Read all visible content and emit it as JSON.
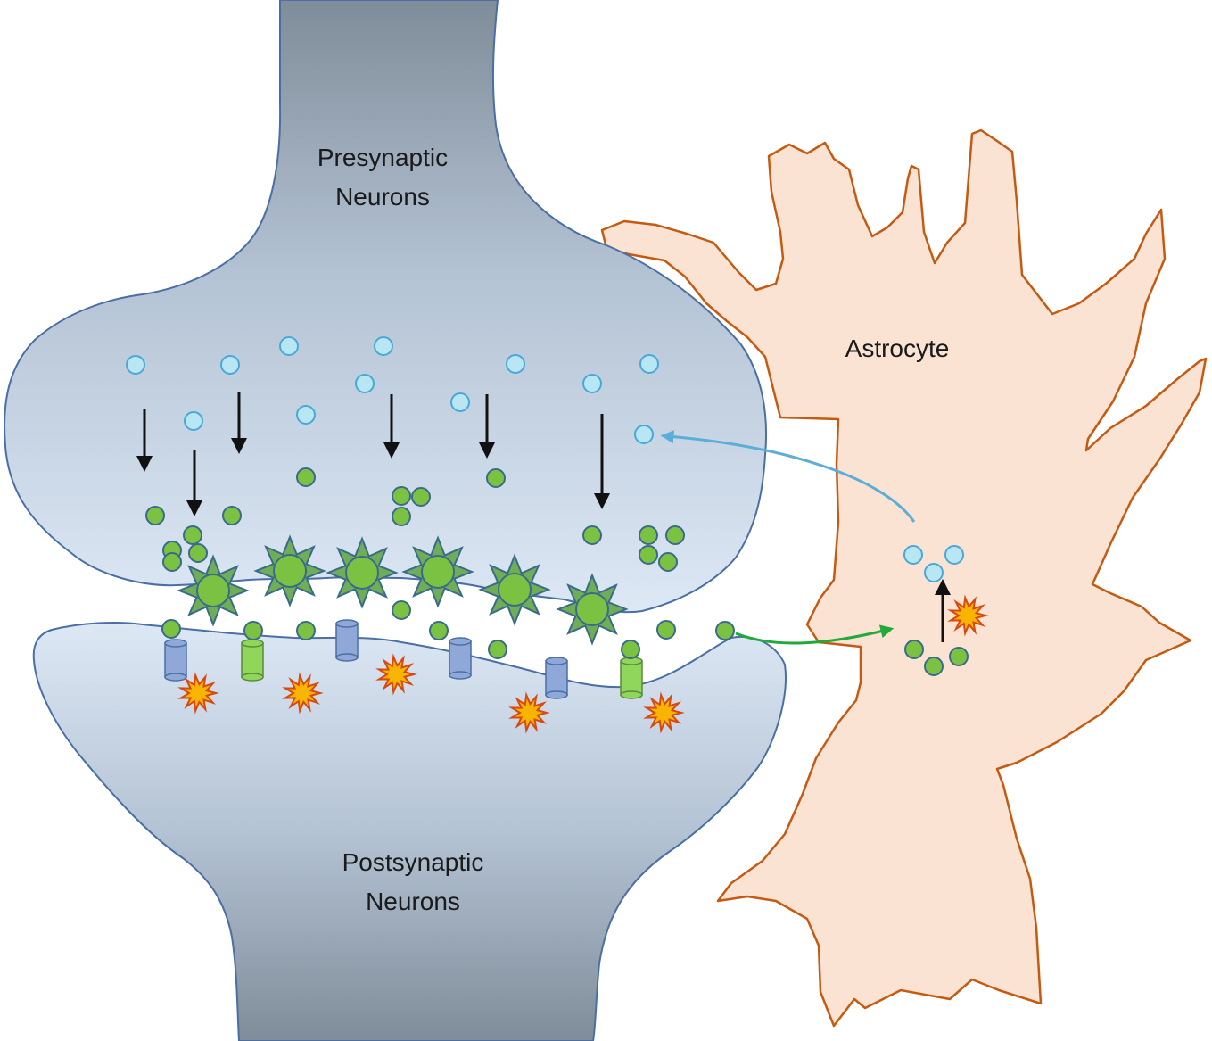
{
  "labels": {
    "presynaptic_line1": "Presynaptic",
    "presynaptic_line2": "Neurons",
    "postsynaptic_line1": "Postsynaptic",
    "postsynaptic_line2": "Neurons",
    "astrocyte": "Astrocyte"
  },
  "colors": {
    "neuron_dark": "#7f8c99",
    "neuron_light": "#dde8f5",
    "neuron_outline": "#4a6fa5",
    "astrocyte_fill": "#fbe3d4",
    "astrocyte_outline": "#c55a11",
    "glutamine_fill": "#b8e6f2",
    "glutamine_outline": "#4aa8d8",
    "glutamate_fill": "#7cc242",
    "glutamate_outline": "#3a6b8a",
    "receptor_blue": "#8fa8d8",
    "receptor_green": "#8fd65a",
    "burst_fill": "#f7b400",
    "burst_outline": "#d9480f",
    "arrow_black": "#111111",
    "arrow_blue": "#5aaed8",
    "arrow_green": "#1faa3a"
  },
  "icons": {
    "glutamine": "light-blue-circle",
    "glutamate": "green-circle",
    "release_site": "spiked-green-circle",
    "receptor": "cylinder",
    "activation": "orange-burst"
  }
}
